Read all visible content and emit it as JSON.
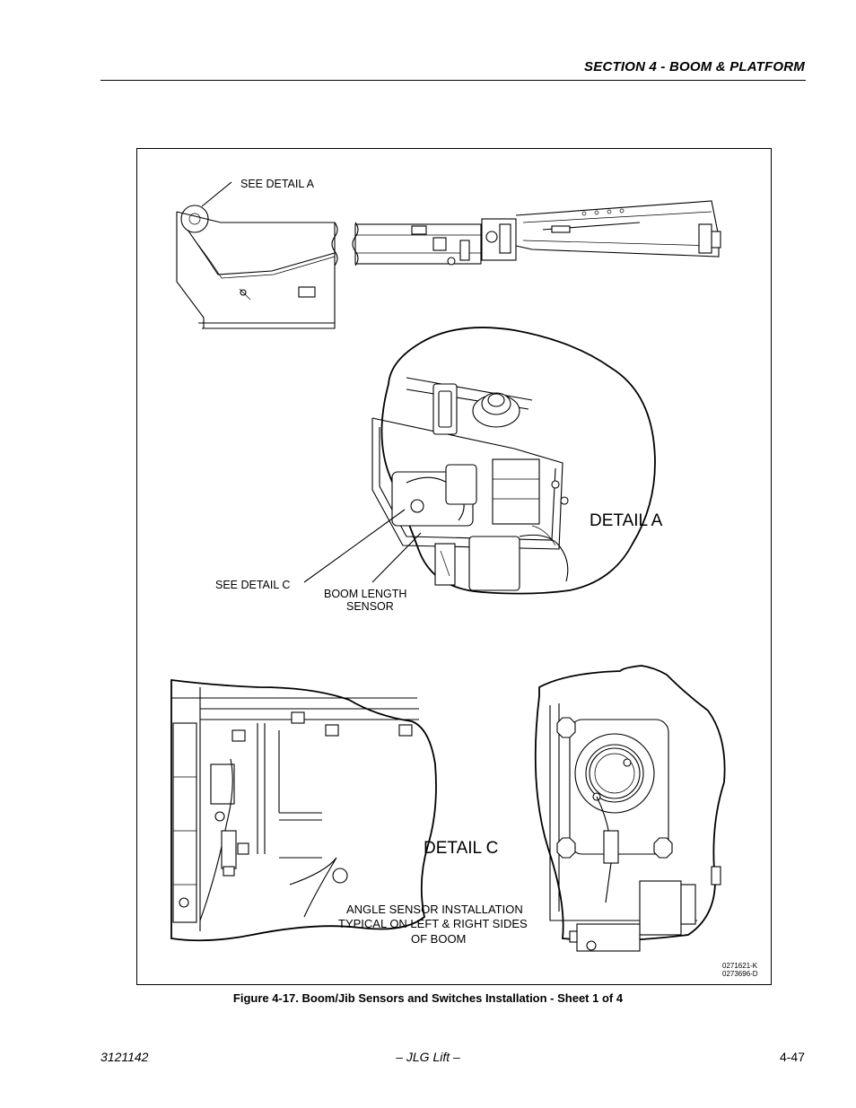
{
  "header": {
    "section_title": "SECTION 4 - BOOM & PLATFORM"
  },
  "figure": {
    "callouts": {
      "see_detail_a": "SEE DETAIL A",
      "detail_a": "DETAIL A",
      "see_detail_c": "SEE DETAIL C",
      "boom_length_sensor_line1": "BOOM LENGTH",
      "boom_length_sensor_line2": "SENSOR",
      "detail_c": "DETAIL C",
      "angle_sensor_line1": "ANGLE SENSOR INSTALLATION",
      "angle_sensor_line2": "TYPICAL ON LEFT & RIGHT SIDES",
      "angle_sensor_line3": "OF BOOM"
    },
    "drawing_numbers": [
      "0271621-K",
      "0273696-D"
    ],
    "caption": "Figure 4-17.  Boom/Jib Sensors and Switches Installation - Sheet 1 of 4"
  },
  "footer": {
    "doc_number": "3121142",
    "center": "– JLG Lift –",
    "page_number": "4-47"
  }
}
